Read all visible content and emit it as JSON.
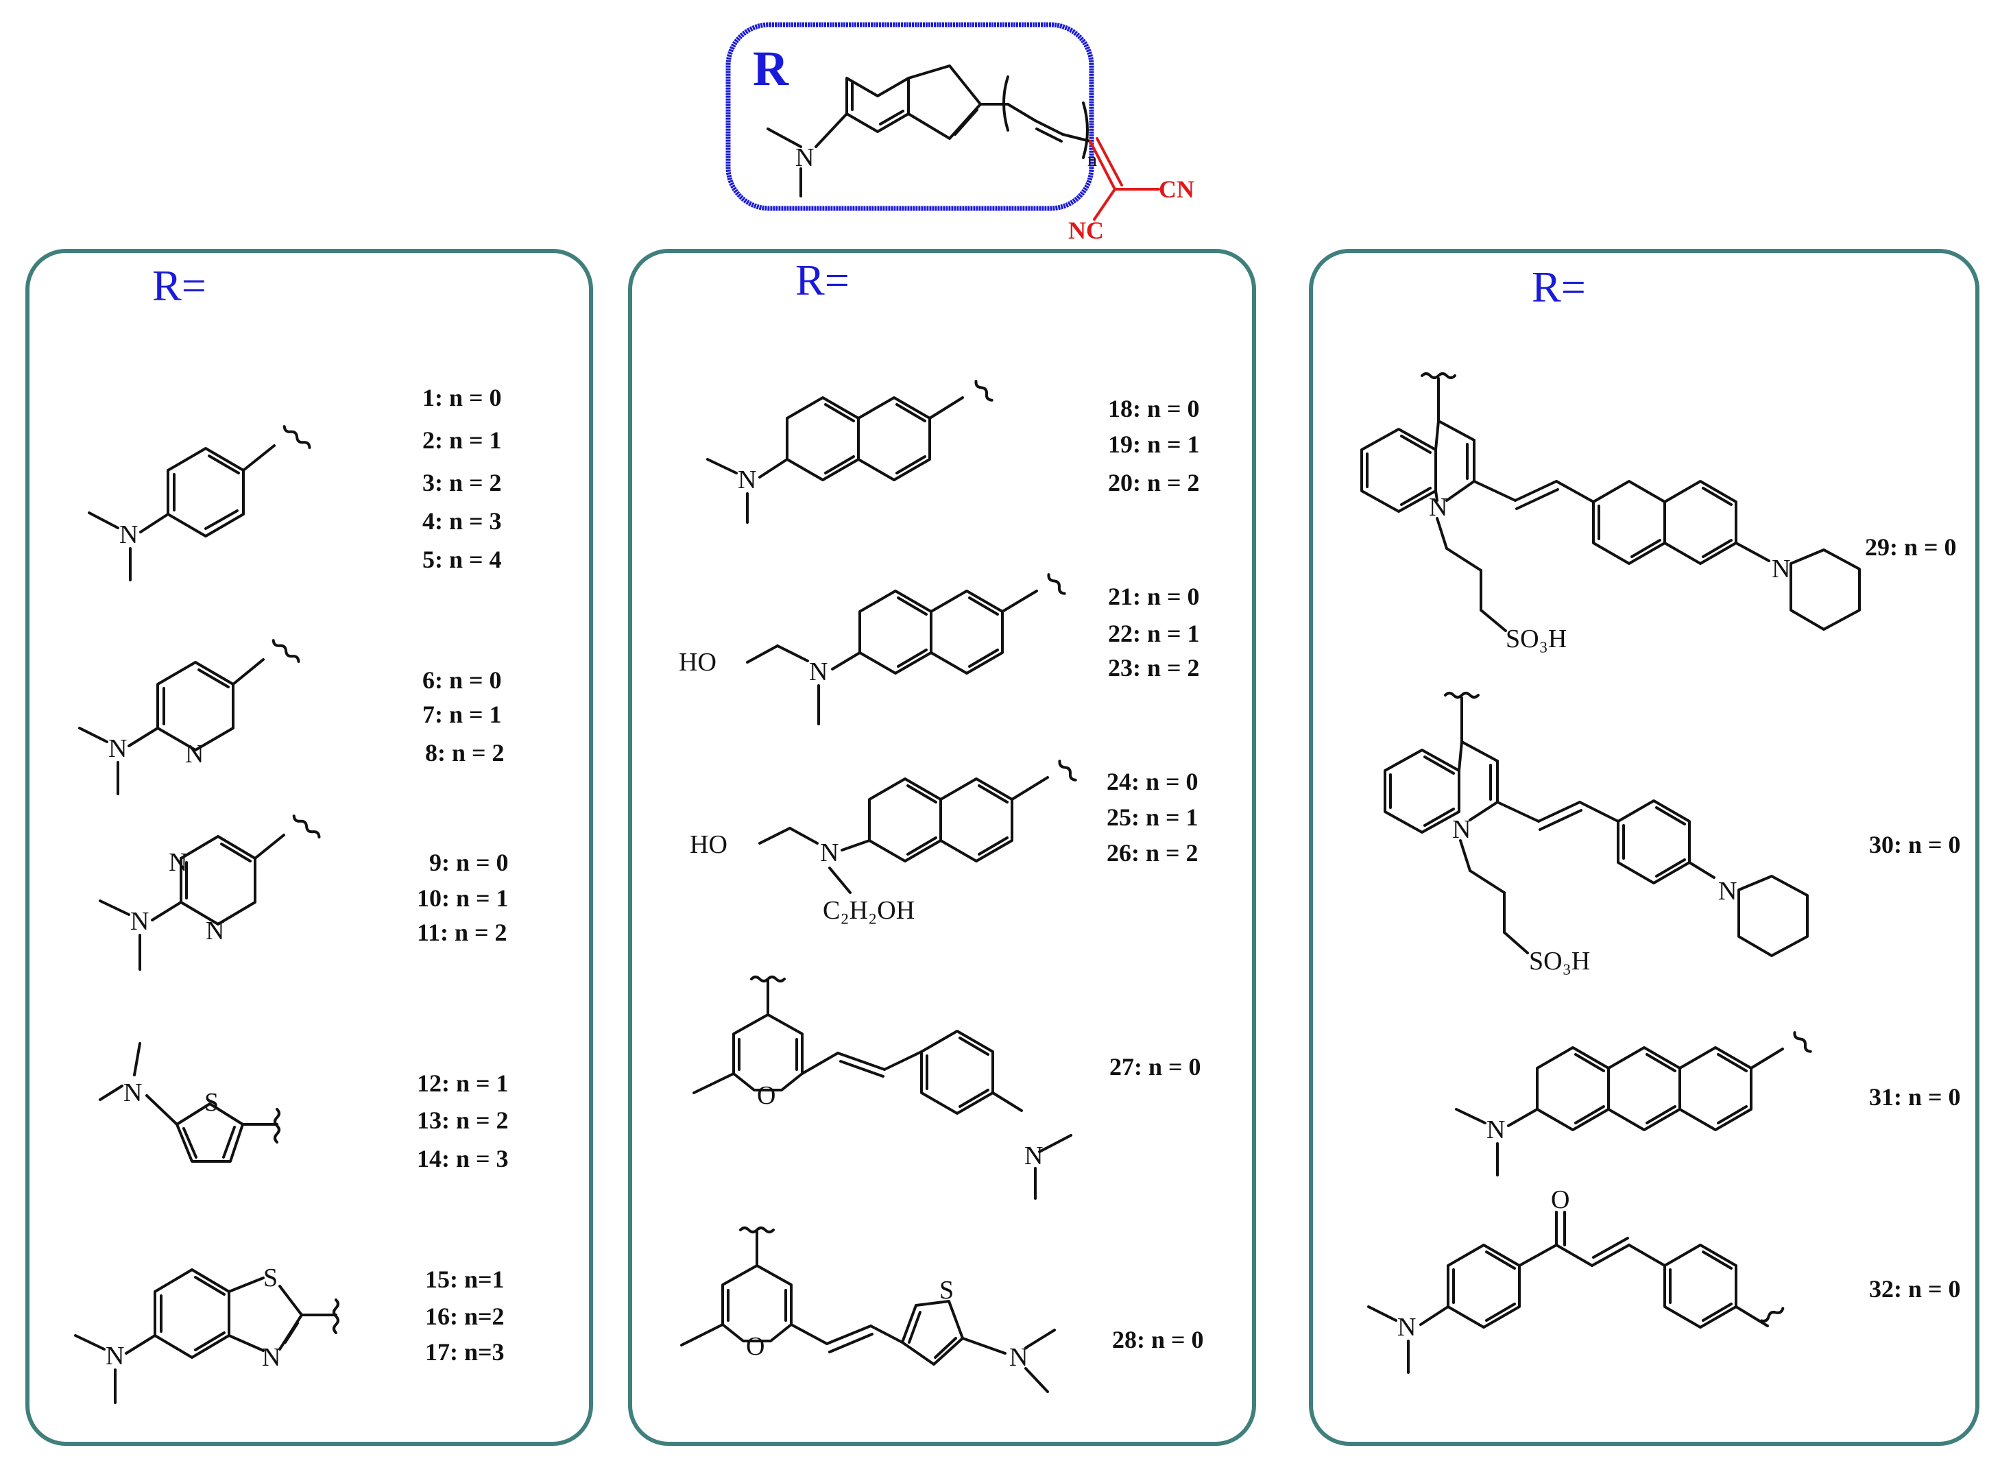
{
  "core": {
    "label": "R",
    "atoms": {
      "n_amine": "N",
      "cn_right": "CN",
      "cn_left": "NC",
      "n_sub": "n"
    },
    "colors": {
      "box": "#1a1adb",
      "accent": "#e0191a"
    }
  },
  "panels": [
    {
      "label": "R=",
      "groups": [
        {
          "labels": [
            "1: n = 0",
            "2: n = 1",
            "3: n = 2",
            "4: n = 3",
            "5: n = 4"
          ]
        },
        {
          "labels": [
            "6: n = 0",
            "7: n = 1",
            "8: n = 2"
          ]
        },
        {
          "labels": [
            "9: n = 0",
            "10: n = 1",
            "11: n = 2"
          ]
        },
        {
          "labels": [
            "12: n = 1",
            "13: n = 2",
            "14: n = 3"
          ]
        },
        {
          "labels": [
            "15: n=1",
            "16: n=2",
            "17: n=3"
          ]
        }
      ]
    },
    {
      "label": "R=",
      "groups": [
        {
          "labels": [
            "18: n = 0",
            "19: n = 1",
            "20: n = 2"
          ]
        },
        {
          "labels": [
            "21: n = 0",
            "22: n = 1",
            "23: n = 2"
          ]
        },
        {
          "labels": [
            "24: n = 0",
            "25: n = 1",
            "26: n = 2"
          ]
        },
        {
          "labels": [
            "27: n = 0"
          ]
        },
        {
          "labels": [
            "28: n = 0"
          ]
        }
      ]
    },
    {
      "label": "R=",
      "groups": [
        {
          "labels": [
            "29: n = 0"
          ]
        },
        {
          "labels": [
            "30: n = 0"
          ]
        },
        {
          "labels": [
            "31: n = 0"
          ]
        },
        {
          "labels": [
            "32: n = 0"
          ]
        }
      ]
    }
  ],
  "atoms": {
    "N": "N",
    "S": "S",
    "O": "O",
    "HO": "HO",
    "C2H2OH": "C₂H₂OH",
    "SO3H": "SO₃H"
  },
  "colors": {
    "panel_border": "#3f7f7c",
    "label_blue": "#1a1adb"
  }
}
